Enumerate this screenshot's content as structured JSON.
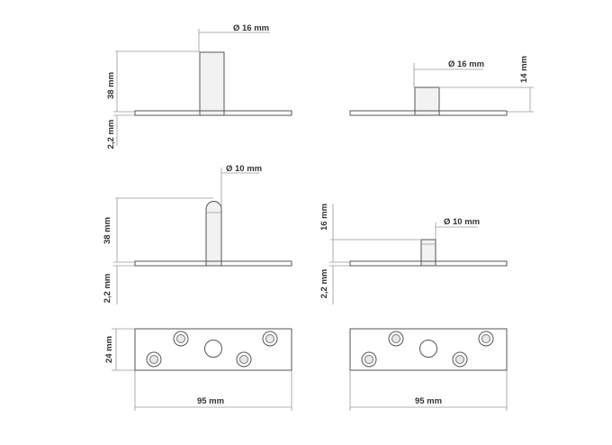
{
  "diagram": {
    "top_left": {
      "diameter": "Ø 16 mm",
      "height": "38 mm",
      "thickness": "2,2 mm"
    },
    "top_right": {
      "diameter": "Ø 16 mm",
      "height": "14 mm"
    },
    "middle_left": {
      "diameter": "Ø 10 mm",
      "height": "38 mm",
      "thickness": "2,2 mm"
    },
    "middle_right": {
      "diameter": "Ø 10 mm",
      "height": "16 mm",
      "thickness": "2,2 mm"
    },
    "bottom_left": {
      "plate_height": "24 mm",
      "plate_width": "95 mm"
    },
    "bottom_right": {
      "plate_width": "95 mm"
    }
  }
}
